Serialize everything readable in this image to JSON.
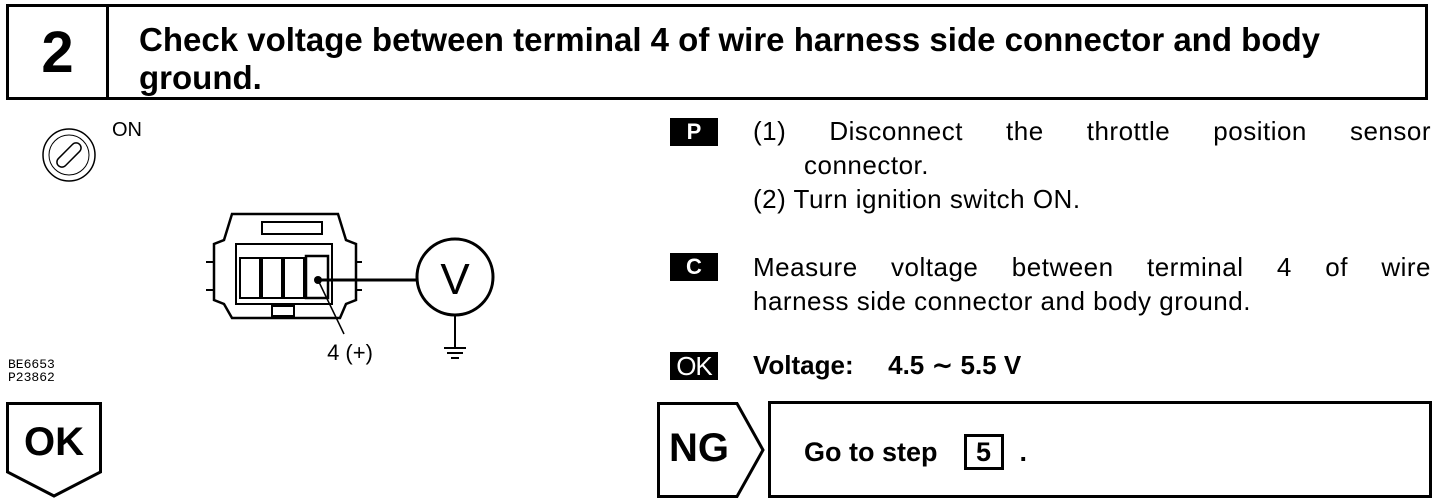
{
  "header": {
    "step_number": "2",
    "title": "Check voltage between terminal 4 of wire harness side connector and body ground."
  },
  "figure": {
    "ignition_label": "ON",
    "terminal_label": "4 (+)",
    "meter_symbol": "V",
    "id_line1": "BE6653",
    "id_line2": "P23862",
    "ignition_icon": "ignition-key-icon",
    "ground_icon": "ground-symbol-icon"
  },
  "instructions": {
    "prep": {
      "tag": "P",
      "step1_line1": "(1) Disconnect the throttle position sensor",
      "step1_line2": "connector.",
      "step2": "(2) Turn ignition switch ON."
    },
    "check": {
      "tag": "C",
      "line1": "Measure voltage between terminal 4 of wire",
      "line2": "harness side connector and body ground."
    },
    "ok": {
      "tag": "OK",
      "label": "Voltage:",
      "value": "4.5 ∼ 5.5 V"
    }
  },
  "results": {
    "ok_label": "OK",
    "ng_label": "NG",
    "goto_prefix": "Go to step",
    "goto_step": "5",
    "goto_suffix": "."
  }
}
